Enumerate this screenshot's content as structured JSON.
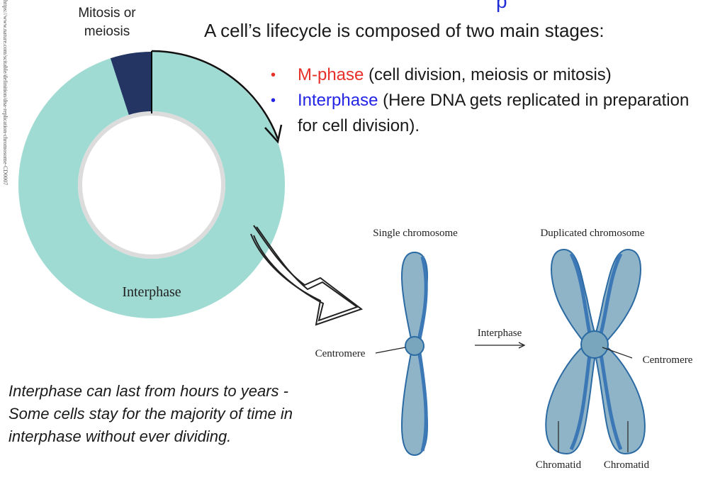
{
  "header": {
    "title_partial": "p"
  },
  "source_url": "https://www.nature.com/scitable/definition/dna-replication-chromosome-CD0007",
  "cycle": {
    "mitosis_label": "Mitosis or\nmeiosis",
    "interphase_label": "Interphase",
    "m_phase_fraction": 0.05,
    "colors": {
      "interphase": "#9fdbd3",
      "m_phase": "#243463"
    }
  },
  "intro": "A cell’s lifecycle is composed of two main stages:",
  "bullets": [
    {
      "term": "M-phase",
      "rest": " (cell division, meiosis or mitosis)",
      "color": "#e8302a"
    },
    {
      "term": "Interphase",
      "rest": " (Here DNA gets replicated in preparation for cell division).",
      "color": "#2424e6"
    }
  ],
  "chromosomes": {
    "single_title": "Single chromosome",
    "duplicated_title": "Duplicated chromosome",
    "arrow_label": "Interphase",
    "centromere_left": "Centromere",
    "centromere_right": "Centromere",
    "chromatid_left": "Chromatid",
    "chromatid_right": "Chromatid"
  },
  "footnote": "Interphase can last from hours to years - Some cells stay for the majority of time in interphase without ever dividing."
}
